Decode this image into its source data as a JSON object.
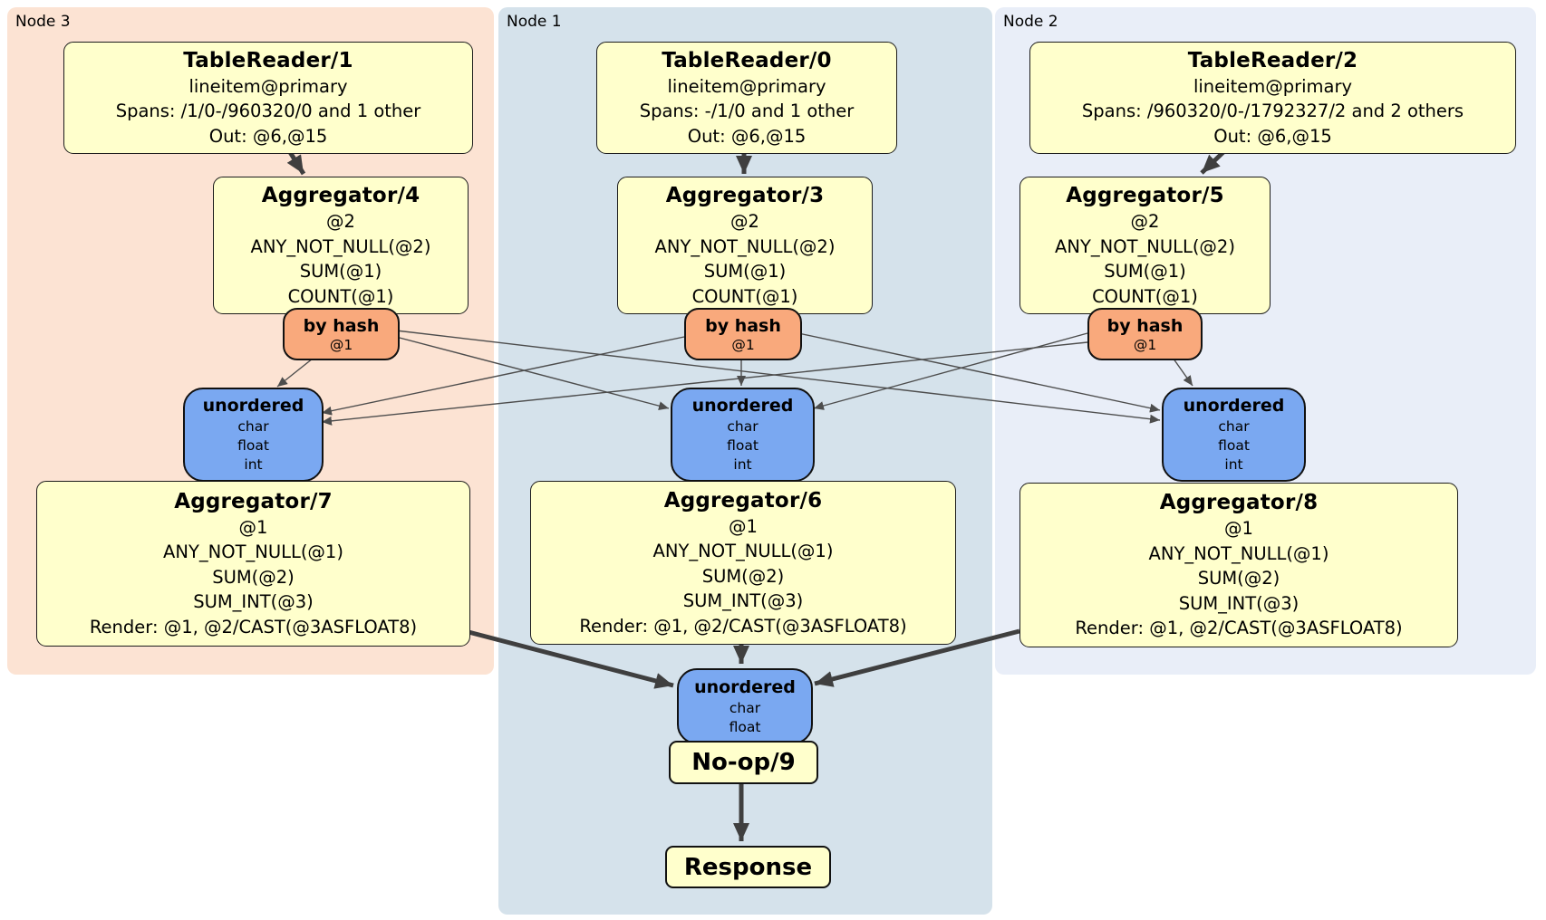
{
  "colors": {
    "page_bg": "#ffffff",
    "region_node3_bg": "#fce3d3",
    "region_node1_bg": "#d5e2eb",
    "region_node2_bg": "#e9eef8",
    "processor_fill": "#ffffcc",
    "router_fill": "#f9a97c",
    "sync_fill": "#7aa8f1",
    "edge_color": "#4d4d4d"
  },
  "regions": {
    "node3": {
      "label": "Node 3"
    },
    "node1": {
      "label": "Node 1"
    },
    "node2": {
      "label": "Node 2"
    }
  },
  "boxes": {
    "tr1": {
      "title": "TableReader/1",
      "lines": [
        "lineitem@primary",
        "Spans: /1/0-/960320/0 and 1 other",
        "Out: @6,@15"
      ]
    },
    "tr0": {
      "title": "TableReader/0",
      "lines": [
        "lineitem@primary",
        "Spans: -/1/0 and 1 other",
        "Out: @6,@15"
      ]
    },
    "tr2": {
      "title": "TableReader/2",
      "lines": [
        "lineitem@primary",
        "Spans: /960320/0-/1792327/2 and 2 others",
        "Out: @6,@15"
      ]
    },
    "agg4": {
      "title": "Aggregator/4",
      "lines": [
        "@2",
        "ANY_NOT_NULL(@2)",
        "SUM(@1)",
        "COUNT(@1)"
      ]
    },
    "agg3": {
      "title": "Aggregator/3",
      "lines": [
        "@2",
        "ANY_NOT_NULL(@2)",
        "SUM(@1)",
        "COUNT(@1)"
      ]
    },
    "agg5": {
      "title": "Aggregator/5",
      "lines": [
        "@2",
        "ANY_NOT_NULL(@2)",
        "SUM(@1)",
        "COUNT(@1)"
      ]
    },
    "router_left": {
      "title": "by hash",
      "lines": [
        "@1"
      ]
    },
    "router_center": {
      "title": "by hash",
      "lines": [
        "@1"
      ]
    },
    "router_right": {
      "title": "by hash",
      "lines": [
        "@1"
      ]
    },
    "sync_left": {
      "title": "unordered",
      "lines": [
        "char",
        "float",
        "int"
      ]
    },
    "sync_center": {
      "title": "unordered",
      "lines": [
        "char",
        "float",
        "int"
      ]
    },
    "sync_right": {
      "title": "unordered",
      "lines": [
        "char",
        "float",
        "int"
      ]
    },
    "agg7": {
      "title": "Aggregator/7",
      "lines": [
        "@1",
        "ANY_NOT_NULL(@1)",
        "SUM(@2)",
        "SUM_INT(@3)",
        "Render: @1, @2/CAST(@3ASFLOAT8)"
      ]
    },
    "agg6": {
      "title": "Aggregator/6",
      "lines": [
        "@1",
        "ANY_NOT_NULL(@1)",
        "SUM(@2)",
        "SUM_INT(@3)",
        "Render: @1, @2/CAST(@3ASFLOAT8)"
      ]
    },
    "agg8": {
      "title": "Aggregator/8",
      "lines": [
        "@1",
        "ANY_NOT_NULL(@1)",
        "SUM(@2)",
        "SUM_INT(@3)",
        "Render: @1, @2/CAST(@3ASFLOAT8)"
      ]
    },
    "sync_final": {
      "title": "unordered",
      "lines": [
        "char",
        "float"
      ]
    },
    "noop": {
      "title": "No-op/9"
    },
    "response": {
      "title": "Response"
    }
  },
  "edges": {
    "stream": [
      {
        "from": "router_left",
        "to": "sync_left",
        "points": [
          350,
          392,
          306,
          427
        ]
      },
      {
        "from": "router_center",
        "to": "sync_center",
        "points": [
          818,
          394,
          818,
          426
        ]
      },
      {
        "from": "router_right",
        "to": "sync_right",
        "points": [
          1292,
          392,
          1316,
          426
        ]
      },
      {
        "from": "router_left",
        "to": "sync_center",
        "points": [
          437,
          372,
          738,
          451
        ]
      },
      {
        "from": "router_left",
        "to": "sync_right",
        "points": [
          437,
          365,
          1280,
          464
        ]
      },
      {
        "from": "router_center",
        "to": "sync_left",
        "points": [
          755,
          372,
          355,
          456
        ]
      },
      {
        "from": "router_center",
        "to": "sync_right",
        "points": [
          881,
          368,
          1280,
          453
        ]
      },
      {
        "from": "router_right",
        "to": "sync_center",
        "points": [
          1200,
          368,
          898,
          451
        ]
      },
      {
        "from": "router_right",
        "to": "sync_left",
        "points": [
          1200,
          378,
          355,
          466
        ]
      }
    ],
    "flow": [
      {
        "from": "tablereader_1",
        "to": "aggregator_4",
        "points": [
          320,
          168,
          335,
          192
        ]
      },
      {
        "from": "tablereader_0",
        "to": "aggregator_3",
        "points": [
          821,
          168,
          821,
          192
        ]
      },
      {
        "from": "tablereader_2",
        "to": "aggregator_5",
        "points": [
          1350,
          168,
          1326,
          191
        ]
      },
      {
        "from": "aggregator_7",
        "to": "final_sync",
        "points": [
          517,
          698,
          743,
          757
        ]
      },
      {
        "from": "aggregator_6",
        "to": "final_sync",
        "points": [
          818,
          710,
          818,
          733
        ]
      },
      {
        "from": "aggregator_8",
        "to": "final_sync",
        "points": [
          1125,
          697,
          899,
          755
        ]
      },
      {
        "from": "noop_9",
        "to": "response",
        "points": [
          818,
          862,
          818,
          929
        ]
      }
    ]
  }
}
